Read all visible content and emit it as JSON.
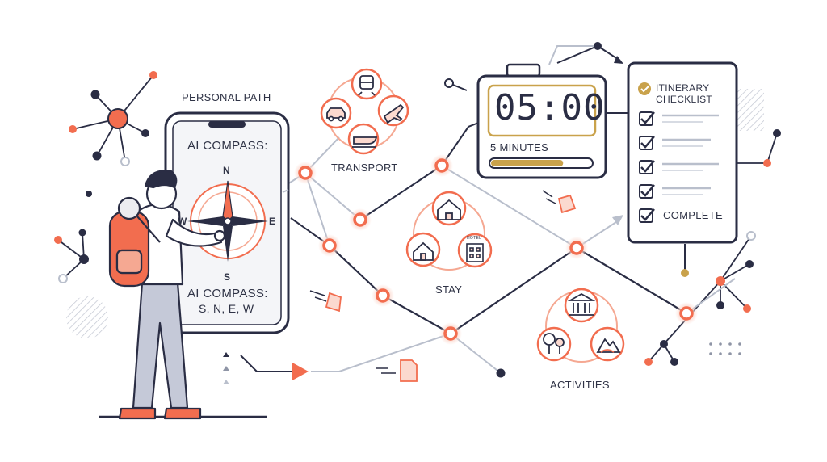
{
  "labels": {
    "personal_path": "PERSONAL PATH",
    "compass_title": "AI COMPASS:",
    "compass_dirs_title": "AI COMPASS:",
    "compass_dirs": "S, N, E, W",
    "dir_n": "N",
    "dir_s": "S",
    "dir_e": "E",
    "dir_w": "W",
    "transport": "TRANSPORT",
    "stay": "STAY",
    "activities": "ACTIVITIES",
    "hotel_sign": "HOTEL"
  },
  "timer": {
    "display": "05:00",
    "caption": "5 MINUTES",
    "progress": 0.72
  },
  "checklist": {
    "title_line1": "ITINERARY",
    "title_line2": "CHECKLIST",
    "final_item": "COMPLETE",
    "checked_items": 5
  },
  "colors": {
    "navy": "#2a2d44",
    "accent": "#f26d4f",
    "glow": "#fbd9cf",
    "gold": "#c9a24b",
    "line": "#b9bfcc"
  }
}
